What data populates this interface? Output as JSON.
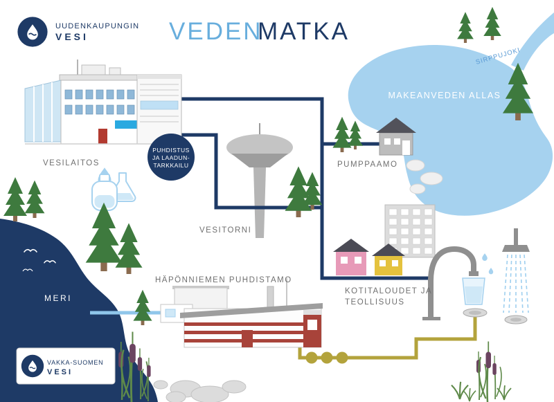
{
  "brand_top": {
    "name1": "UUDENKAUPUNGIN",
    "name2": "VESI"
  },
  "brand_bottom": {
    "name1": "VAKKA-SUOMEN",
    "name2": "VESI"
  },
  "title": {
    "word1": "VEDEN",
    "word2": "MATKA"
  },
  "badge": {
    "line1": "PUHDISTUS",
    "line2": "JA LAADUN-",
    "line3": "TARKKAILU"
  },
  "labels": {
    "waterworks": "VESILAITOS",
    "water_tower": "VESITORNI",
    "pumping_station": "PUMPPAAMO",
    "freshwater_reservoir": "MAKEANVEDEN ALLAS",
    "river": "SIRPPUJOKI",
    "treatment_plant": "HÄPÖNNIEMEN PUHDISTAMO",
    "households_line1": "KOTITALOUDET JA",
    "households_line2": "TEOLLISUUS",
    "sea": "MERI"
  },
  "colors": {
    "navy": "#1e3a66",
    "lake_blue": "#a6d2ef",
    "pale_blue": "#cfe8f7",
    "title_light_blue": "#68aedd",
    "label_gray": "#707070",
    "tree_green": "#3e7a3e",
    "sewage_olive": "#b3a33c",
    "brick_red": "#a8433a",
    "house_pink": "#e79ab8",
    "house_yellow": "#e4c23e"
  }
}
